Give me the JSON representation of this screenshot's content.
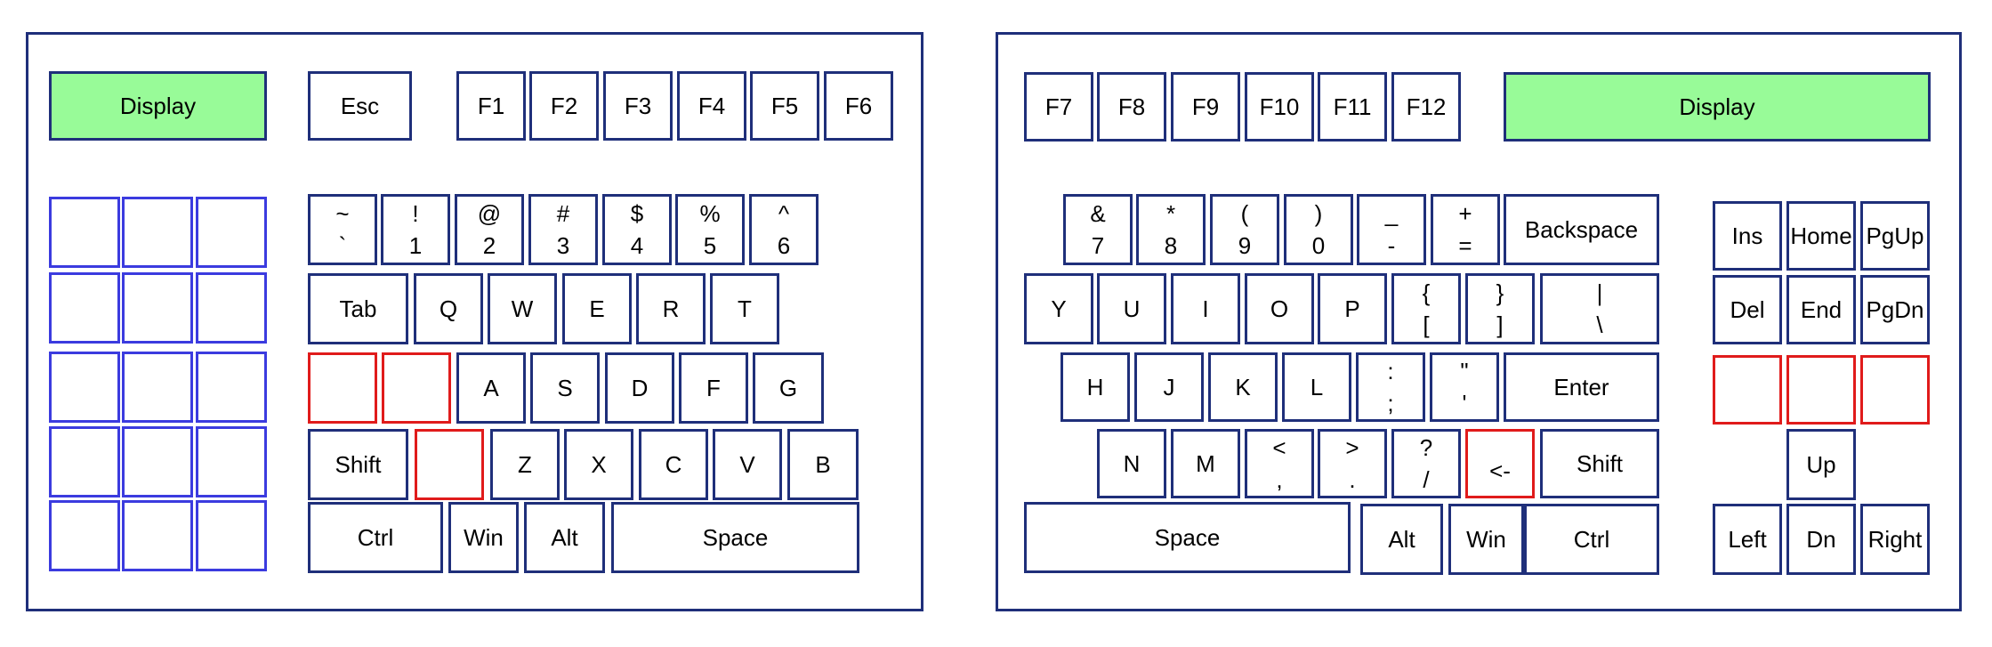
{
  "colors": {
    "outline": "#1f2f7a",
    "accent_red": "#e01b1b",
    "macro_blue": "#3b3bdf",
    "display_green": "#98fb98"
  },
  "left": {
    "display": "Display",
    "esc": "Esc",
    "fkeys": [
      "F1",
      "F2",
      "F3",
      "F4",
      "F5",
      "F6"
    ],
    "numrow": [
      {
        "top": "~",
        "bottom": "`"
      },
      {
        "top": "!",
        "bottom": "1"
      },
      {
        "top": "@",
        "bottom": "2"
      },
      {
        "top": "#",
        "bottom": "3"
      },
      {
        "top": "$",
        "bottom": "4"
      },
      {
        "top": "%",
        "bottom": "5"
      },
      {
        "top": "^",
        "bottom": "6"
      }
    ],
    "tab": "Tab",
    "row2": [
      "Q",
      "W",
      "E",
      "R",
      "T"
    ],
    "row3": [
      "A",
      "S",
      "D",
      "F",
      "G"
    ],
    "shift": "Shift",
    "row4": [
      "Z",
      "X",
      "C",
      "V",
      "B"
    ],
    "bottom": [
      "Ctrl",
      "Win",
      "Alt",
      "Space"
    ]
  },
  "right": {
    "display": "Display",
    "fkeys": [
      "F7",
      "F8",
      "F9",
      "F10",
      "F11",
      "F12"
    ],
    "numrow": [
      {
        "top": "&",
        "bottom": "7"
      },
      {
        "top": "*",
        "bottom": "8"
      },
      {
        "top": "(",
        "bottom": "9"
      },
      {
        "top": ")",
        "bottom": "0"
      },
      {
        "top": "_",
        "bottom": "-"
      },
      {
        "top": "+",
        "bottom": "="
      }
    ],
    "backspace": "Backspace",
    "row2": [
      "Y",
      "U",
      "I",
      "O",
      "P"
    ],
    "row2_sym": [
      {
        "top": "{",
        "bottom": "["
      },
      {
        "top": "}",
        "bottom": "]"
      },
      {
        "top": "|",
        "bottom": "\\"
      }
    ],
    "row3": [
      "H",
      "J",
      "K",
      "L"
    ],
    "row3_sym": [
      {
        "top": ":",
        "bottom": ";"
      },
      {
        "top": "\"",
        "bottom": "'"
      }
    ],
    "enter": "Enter",
    "row4": [
      "N",
      "M"
    ],
    "row4_sym": [
      {
        "top": "<",
        "bottom": ","
      },
      {
        "top": ">",
        "bottom": "."
      },
      {
        "top": "?",
        "bottom": "/"
      }
    ],
    "arrow_left_key": "<-",
    "shift": "Shift",
    "bottom": [
      "Space",
      "Alt",
      "Win",
      "Ctrl"
    ],
    "nav": [
      "Ins",
      "Home",
      "PgUp",
      "Del",
      "End",
      "PgDn"
    ],
    "arrows": {
      "up": "Up",
      "left": "Left",
      "down": "Dn",
      "right": "Right"
    }
  }
}
